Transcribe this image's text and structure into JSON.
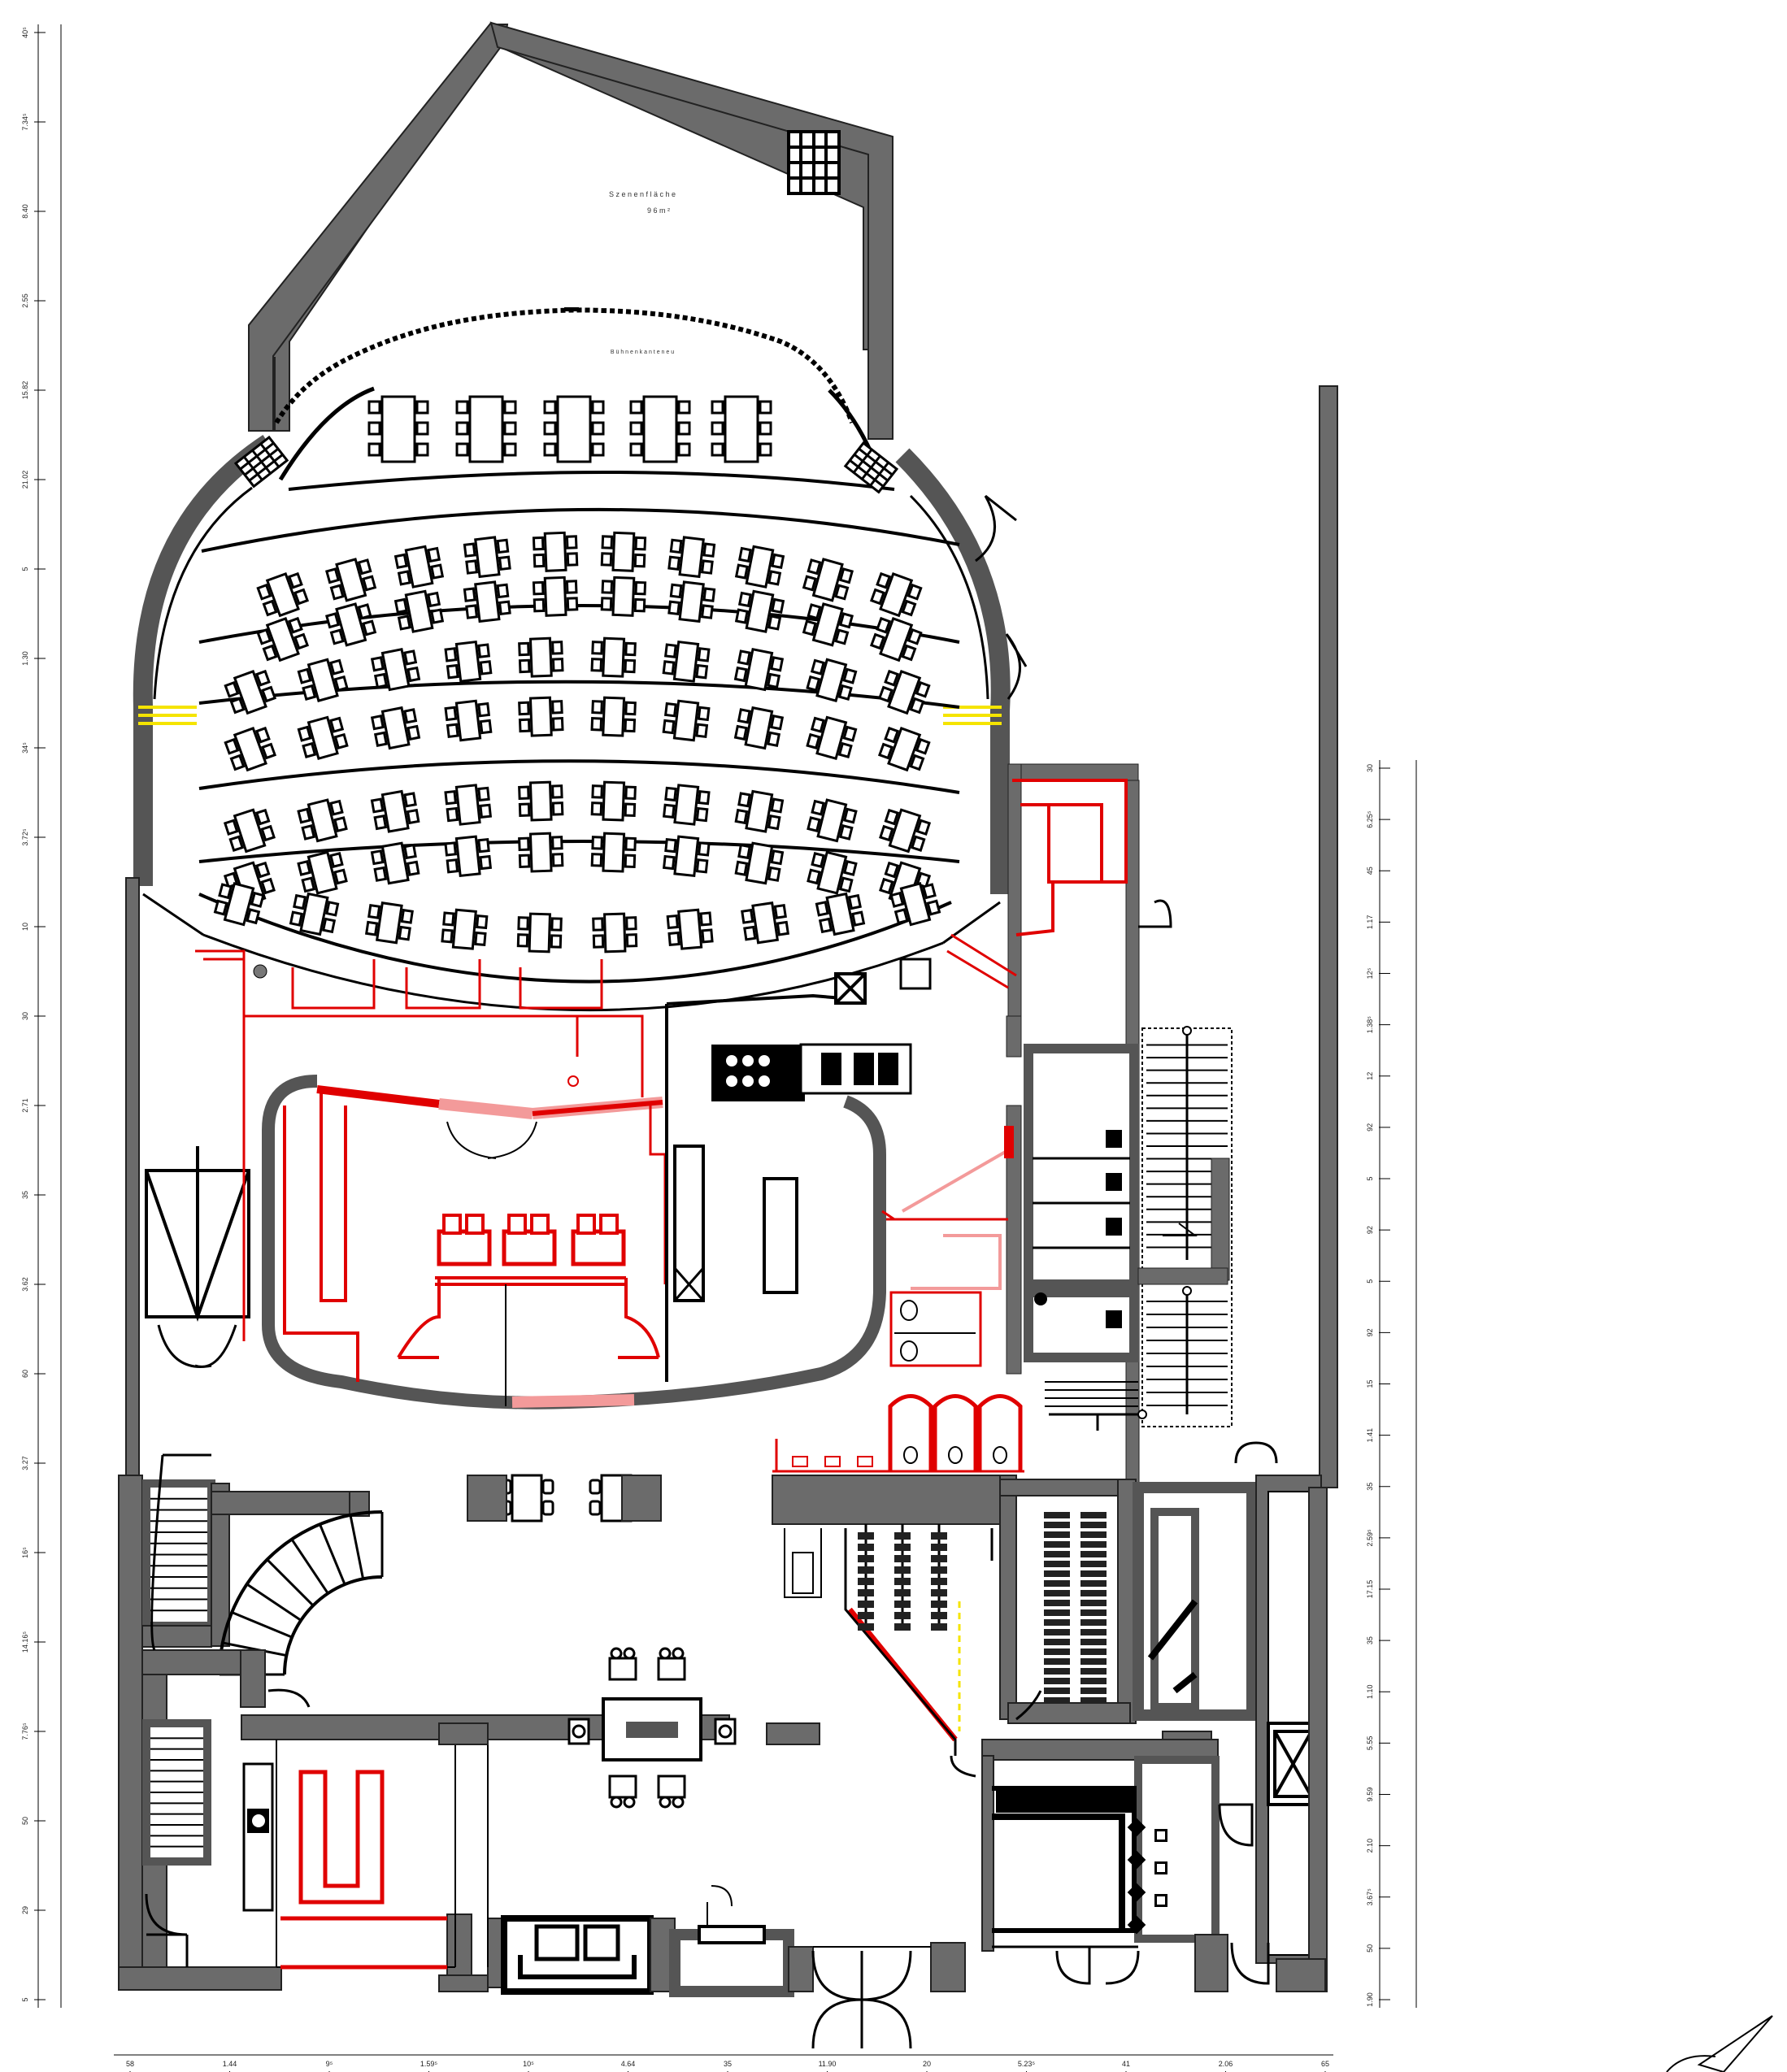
{
  "labels": {
    "stage": "S z e n e n f l ä c h e",
    "stage_area": "9 6  m ²",
    "stage_edge": "B ü h n e n k a n t e  n e u"
  },
  "left_dimensions": [
    "40⁵",
    "7.34⁵",
    "8.40",
    "2.55",
    "15.82",
    "21.02",
    "5",
    "1.30",
    "34⁵",
    "3.72⁵",
    "10",
    "30",
    "2.71",
    "35",
    "3.62",
    "60",
    "3.27",
    "16⁵",
    "14.16⁵",
    "7.76⁵",
    "50",
    "29",
    "5"
  ],
  "right_dimensions": [
    "30",
    "6.25⁵",
    "45",
    "1.17",
    "12⁵",
    "1.38⁵",
    "12",
    "92",
    "5",
    "92",
    "5",
    "92",
    "15",
    "1.41",
    "35",
    "2.59⁵",
    "17.15",
    "35",
    "1.10",
    "5.55",
    "9.59",
    "2.10",
    "3.67⁵",
    "50",
    "1.90"
  ],
  "bottom_dimensions": [
    "58",
    "1.44",
    "9⁵",
    "1.59⁵",
    "10⁵",
    "4.64",
    "35",
    "11.90",
    "20",
    "5.23⁵",
    "41",
    "2.06",
    "65"
  ],
  "colors": {
    "wall": "#6b6b6b",
    "line": "#000000",
    "red": "#e00000",
    "pink": "#f39a9a",
    "yellow": "#f5e400"
  }
}
